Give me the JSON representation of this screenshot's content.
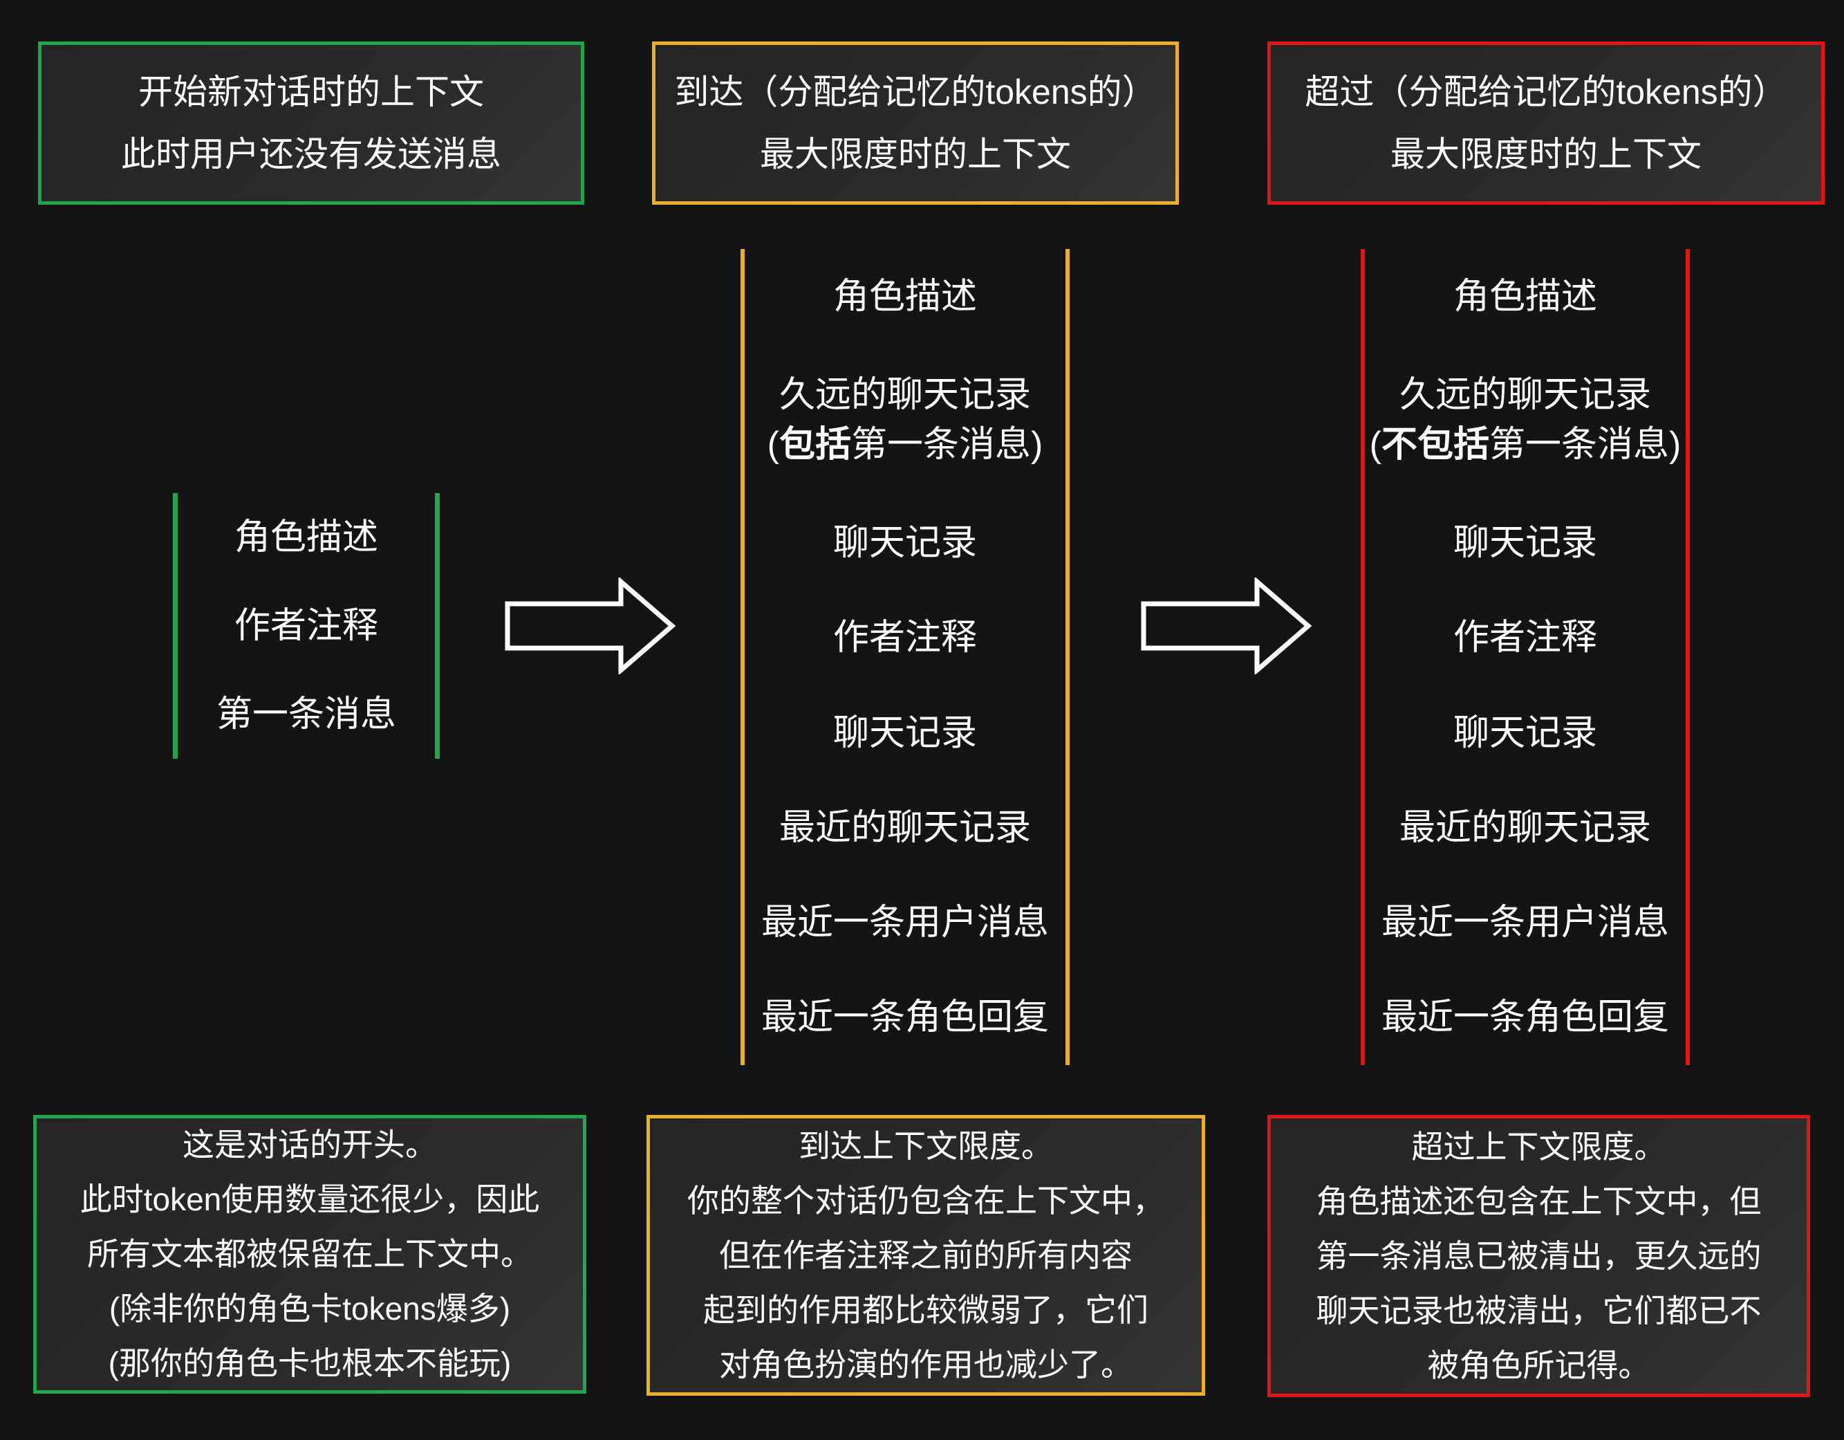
{
  "colors": {
    "green": "#21a64d",
    "yellow": "#e9b02a",
    "red": "#e01515",
    "text": "#ffffff",
    "background": "#141414",
    "box_background": "#2a2a2a"
  },
  "top_boxes": [
    {
      "state": "new-chat",
      "accent": "green",
      "lines": [
        "开始新对话时的上下文",
        "此时用户还没有发送消息"
      ]
    },
    {
      "state": "reached",
      "accent": "yellow",
      "lines": [
        "到达（分配给记忆的tokens的）",
        "最大限度时的上下文"
      ]
    },
    {
      "state": "exceeded",
      "accent": "red",
      "lines": [
        "超过（分配给记忆的tokens的）",
        "最大限度时的上下文"
      ]
    }
  ],
  "lists": {
    "start": {
      "accent": "green",
      "items": [
        {
          "text": "角色描述"
        },
        {
          "text": "作者注释"
        },
        {
          "text": "第一条消息"
        }
      ]
    },
    "reached": {
      "accent": "yellow",
      "items": [
        {
          "text": "角色描述"
        },
        {
          "line1": "久远的聊天记录",
          "line2_pre": "(",
          "line2_bold": "包括",
          "line2_post": "第一条消息)"
        },
        {
          "text": "聊天记录"
        },
        {
          "text": "作者注释"
        },
        {
          "text": "聊天记录"
        },
        {
          "text": "最近的聊天记录"
        },
        {
          "text": "最近一条用户消息"
        },
        {
          "text": "最近一条角色回复"
        }
      ]
    },
    "exceeded": {
      "accent": "red",
      "items": [
        {
          "text": "角色描述"
        },
        {
          "line1": "久远的聊天记录",
          "line2_pre": "(",
          "line2_bold": "不包括",
          "line2_post": "第一条消息)"
        },
        {
          "text": "聊天记录"
        },
        {
          "text": "作者注释"
        },
        {
          "text": "聊天记录"
        },
        {
          "text": "最近的聊天记录"
        },
        {
          "text": "最近一条用户消息"
        },
        {
          "text": "最近一条角色回复"
        }
      ]
    }
  },
  "bottom_boxes": [
    {
      "state": "new-chat",
      "accent": "green",
      "lines": [
        "这是对话的开头。",
        "此时token使用数量还很少，因此",
        "所有文本都被保留在上下文中。",
        "(除非你的角色卡tokens爆多)",
        "(那你的角色卡也根本不能玩)"
      ]
    },
    {
      "state": "reached",
      "accent": "yellow",
      "lines": [
        "到达上下文限度。",
        "你的整个对话仍包含在上下文中，",
        "但在作者注释之前的所有内容",
        "起到的作用都比较微弱了，它们",
        "对角色扮演的作用也减少了。"
      ]
    },
    {
      "state": "exceeded",
      "accent": "red",
      "lines": [
        "超过上下文限度。",
        "角色描述还包含在上下文中，但",
        "第一条消息已被清出，更久远的",
        "聊天记录也被清出，它们都已不",
        "被角色所记得。"
      ]
    }
  ]
}
